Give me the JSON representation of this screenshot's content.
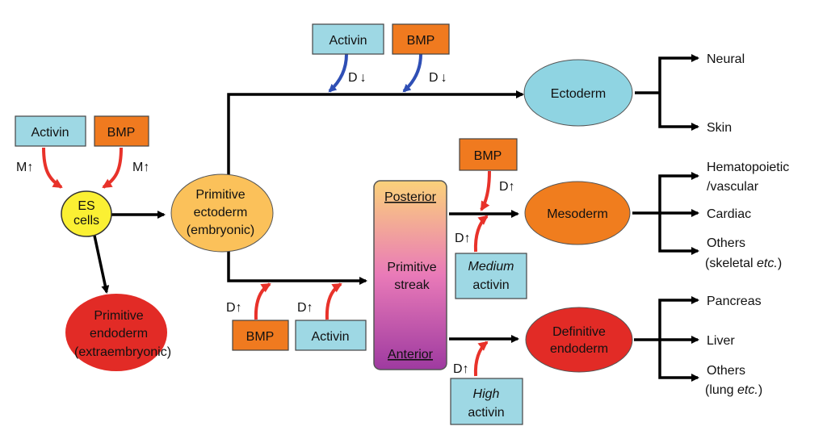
{
  "colors": {
    "activin_fill": "#9ed8e4",
    "bmp_fill": "#f07a1f",
    "es_fill": "#fbf033",
    "ectoderm_primitive_fill": "#fbc15a",
    "ectoderm_fill": "#8fd4e2",
    "mesoderm_fill": "#f07d1e",
    "endoderm_fill": "#e22b26",
    "streak_top": "#fbd27a",
    "streak_mid": "#e97ab8",
    "streak_bottom": "#9e3aa0",
    "signal_up_arrow": "#e8322a",
    "signal_down_arrow": "#2f4fb5",
    "flow_arrow": "#000000"
  },
  "signals": {
    "es_activin": "Activin",
    "es_bmp": "BMP",
    "es_activin_effect": "M",
    "es_bmp_effect": "M",
    "top_activin": "Activin",
    "top_bmp": "BMP",
    "top_activin_effect": "D",
    "top_bmp_effect": "D",
    "streak_bmp": "BMP",
    "streak_bmp_effect": "D",
    "streak_activin": "Activin",
    "streak_activin_effect": "D",
    "meso_bmp": "BMP",
    "meso_bmp_effect": "D",
    "medium_activin_1": "Medium",
    "medium_activin_2": "activin",
    "medium_effect": "D",
    "high_activin_1": "High",
    "high_activin_2": "activin",
    "high_effect": "D"
  },
  "nodes": {
    "es_line1": "ES",
    "es_line2": "cells",
    "primitive_endoderm_1": "Primitive",
    "primitive_endoderm_2": "endoderm",
    "primitive_endoderm_3": "(extraembryonic)",
    "primitive_ectoderm_1": "Primitive",
    "primitive_ectoderm_2": "ectoderm",
    "primitive_ectoderm_3": "(embryonic)",
    "streak_posterior": "Posterior",
    "streak_label_1": "Primitive",
    "streak_label_2": "streak",
    "streak_anterior": "Anterior",
    "ectoderm": "Ectoderm",
    "mesoderm": "Mesoderm",
    "definitive_endoderm_1": "Definitive",
    "definitive_endoderm_2": "endoderm"
  },
  "outcomes": {
    "neural": "Neural",
    "skin": "Skin",
    "hematopoietic_1": "Hematopoietic",
    "hematopoietic_2": "/vascular",
    "cardiac": "Cardiac",
    "meso_others_1": "Others",
    "meso_others_2a": "(skeletal ",
    "meso_others_2b": "etc.",
    "meso_others_2c": ")",
    "pancreas": "Pancreas",
    "liver": "Liver",
    "endo_others_1": "Others",
    "endo_others_2a": "(lung ",
    "endo_others_2b": "etc.",
    "endo_others_2c": ")"
  },
  "symbols": {
    "up": "↑",
    "down": "↓"
  }
}
